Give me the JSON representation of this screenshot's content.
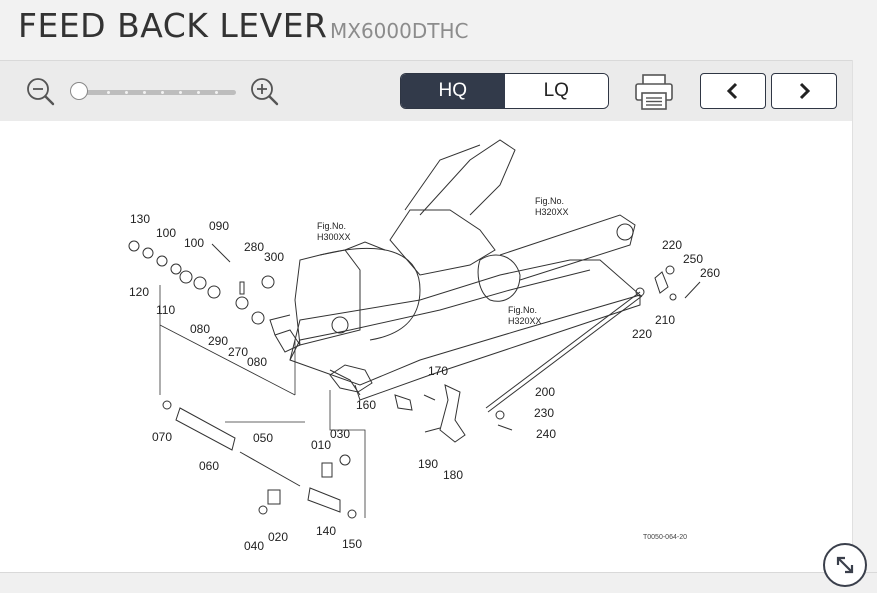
{
  "header": {
    "title": "FEED BACK LEVER",
    "model": "MX6000DTHC"
  },
  "toolbar": {
    "zoom_out_icon": "zoom-out-icon",
    "zoom_in_icon": "zoom-in-icon",
    "zoom_level": 0,
    "quality_options": [
      "HQ",
      "LQ"
    ],
    "quality_selected": "HQ",
    "print_icon": "printer-icon",
    "prev_icon": "chevron-left-icon",
    "next_icon": "chevron-right-icon"
  },
  "diagram": {
    "parts": [
      "130",
      "100",
      "090",
      "100",
      "280",
      "300",
      "120",
      "110",
      "290",
      "270",
      "080",
      "080",
      "070",
      "060",
      "050",
      "010",
      "030",
      "020",
      "040",
      "140",
      "150",
      "160",
      "170",
      "190",
      "180",
      "200",
      "230",
      "240",
      "220",
      "250",
      "260",
      "210",
      "220"
    ],
    "figure_refs": [
      {
        "label": "Fig.No.",
        "ref": "H300XX"
      },
      {
        "label": "Fig.No.",
        "ref": "H320XX"
      },
      {
        "label": "Fig.No.",
        "ref": "H320XX"
      }
    ],
    "image_code": "T0050-064-20"
  },
  "expand_icon": "expand-diagonal-icon",
  "colors": {
    "segment_active": "#323a4a",
    "background": "#f2f2f2",
    "border": "#2f3644"
  }
}
